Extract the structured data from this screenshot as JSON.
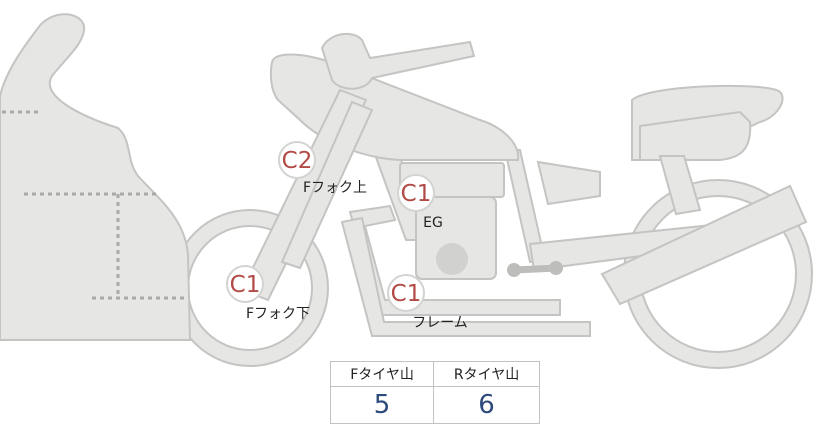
{
  "parts": [
    {
      "id": "fork-upper",
      "code": "C2",
      "label": "Fフォク上"
    },
    {
      "id": "engine",
      "code": "C1",
      "label": "EG"
    },
    {
      "id": "fork-lower",
      "code": "C1",
      "label": "Fフォク下"
    },
    {
      "id": "frame",
      "code": "C1",
      "label": "フレーム"
    }
  ],
  "tire_table": {
    "headers": [
      "Fタイヤ山",
      "Rタイヤ山"
    ],
    "values": [
      "5",
      "6"
    ]
  },
  "colors": {
    "body_fill": "#e6e6e4",
    "outline": "#c4c4c2",
    "code_text": "#b24a45",
    "value_text": "#2d4a7c"
  }
}
